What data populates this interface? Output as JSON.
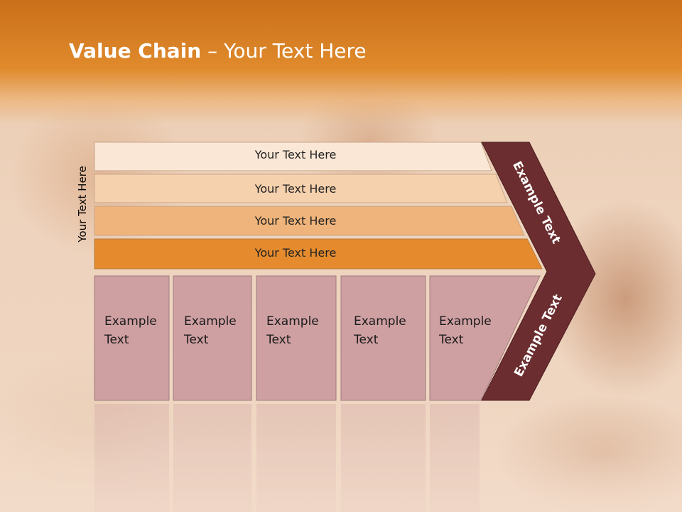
{
  "title": {
    "bold": "Value Chain",
    "rest": " – Your Text Here"
  },
  "side_label": "Your Text Here",
  "rows": [
    {
      "label": "Your Text Here",
      "color": "#fbe7d6"
    },
    {
      "label": "Your Text Here",
      "color": "#f6d1ad"
    },
    {
      "label": "Your Text Here",
      "color": "#efb47b"
    },
    {
      "label": "Your Text Here",
      "color": "#e58b2e"
    }
  ],
  "cells": [
    {
      "line1": "Example",
      "line2": "Text"
    },
    {
      "line1": "Example",
      "line2": "Text"
    },
    {
      "line1": "Example",
      "line2": "Text"
    },
    {
      "line1": "Example",
      "line2": "Text"
    },
    {
      "line1": "Example",
      "line2": "Text"
    }
  ],
  "chevron": {
    "upper_text": "Example Text",
    "lower_text": "Example Text",
    "color": "#6b2d2f"
  },
  "colors": {
    "cell_fill": "#cfa0a2",
    "band": "#e08a2c"
  }
}
